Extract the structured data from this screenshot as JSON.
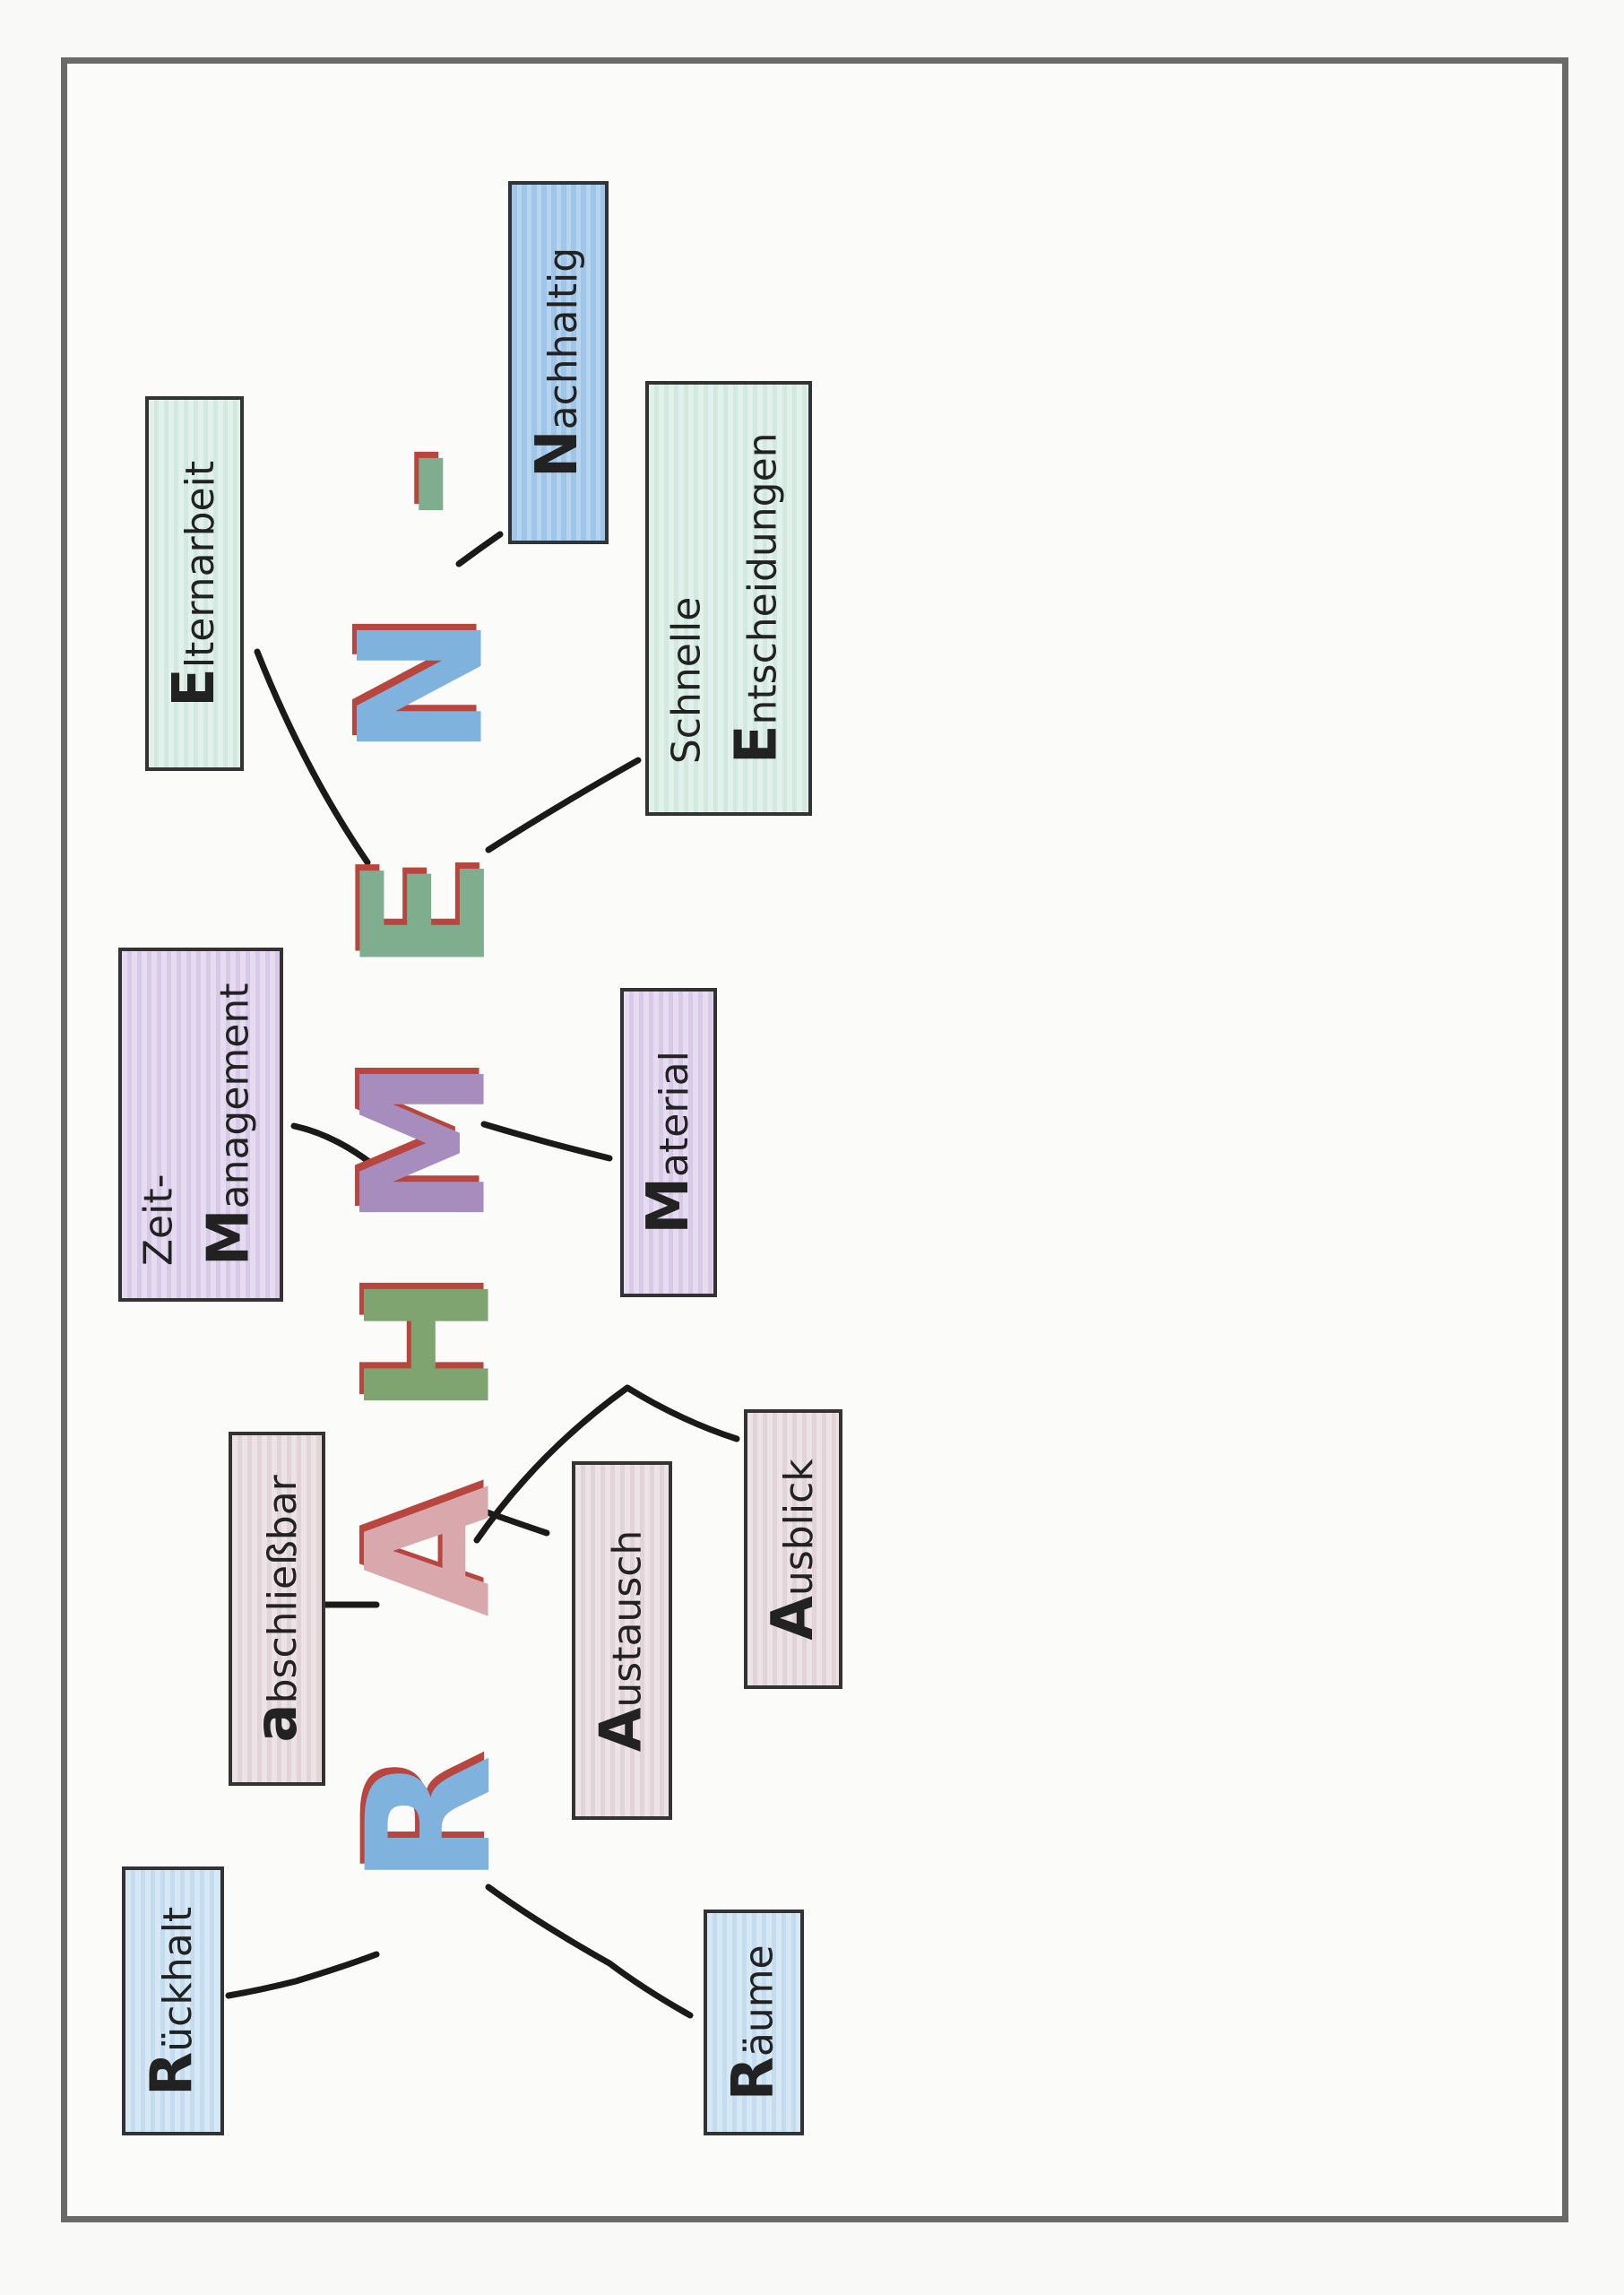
{
  "acronym": {
    "letters": [
      {
        "char": "R",
        "color": "#7fb2dc"
      },
      {
        "char": "A",
        "color": "#d9a8ad"
      },
      {
        "char": "H",
        "color": "#7fa46f"
      },
      {
        "char": "M",
        "color": "#a78cbe"
      },
      {
        "char": "E",
        "color": "#7fae8f"
      },
      {
        "char": "N",
        "color": "#7fb2dc"
      },
      {
        "char": "-",
        "color": "#7fae8f"
      }
    ]
  },
  "boxes": {
    "rueckhalt": {
      "initial": "R",
      "rest": "ückhalt"
    },
    "raeume": {
      "initial": "R",
      "rest": "äume"
    },
    "abschliessbar": {
      "initial": "a",
      "rest": "bschließbar"
    },
    "austausch": {
      "initial": "A",
      "rest": "ustausch"
    },
    "ausblick": {
      "initial": "A",
      "rest": "usblick"
    },
    "zeit_management": {
      "line1": "Zeit-",
      "initial": "M",
      "rest": "anagement"
    },
    "material": {
      "initial": "M",
      "rest": "aterial"
    },
    "elternarbeit": {
      "initial": "E",
      "rest": "lternarbeit"
    },
    "schnelle_entscheidungen": {
      "line1": "Schnelle",
      "initial": "E",
      "rest": "ntscheidungen"
    },
    "nachhaltig": {
      "initial": "N",
      "rest": "achhaltig"
    }
  }
}
